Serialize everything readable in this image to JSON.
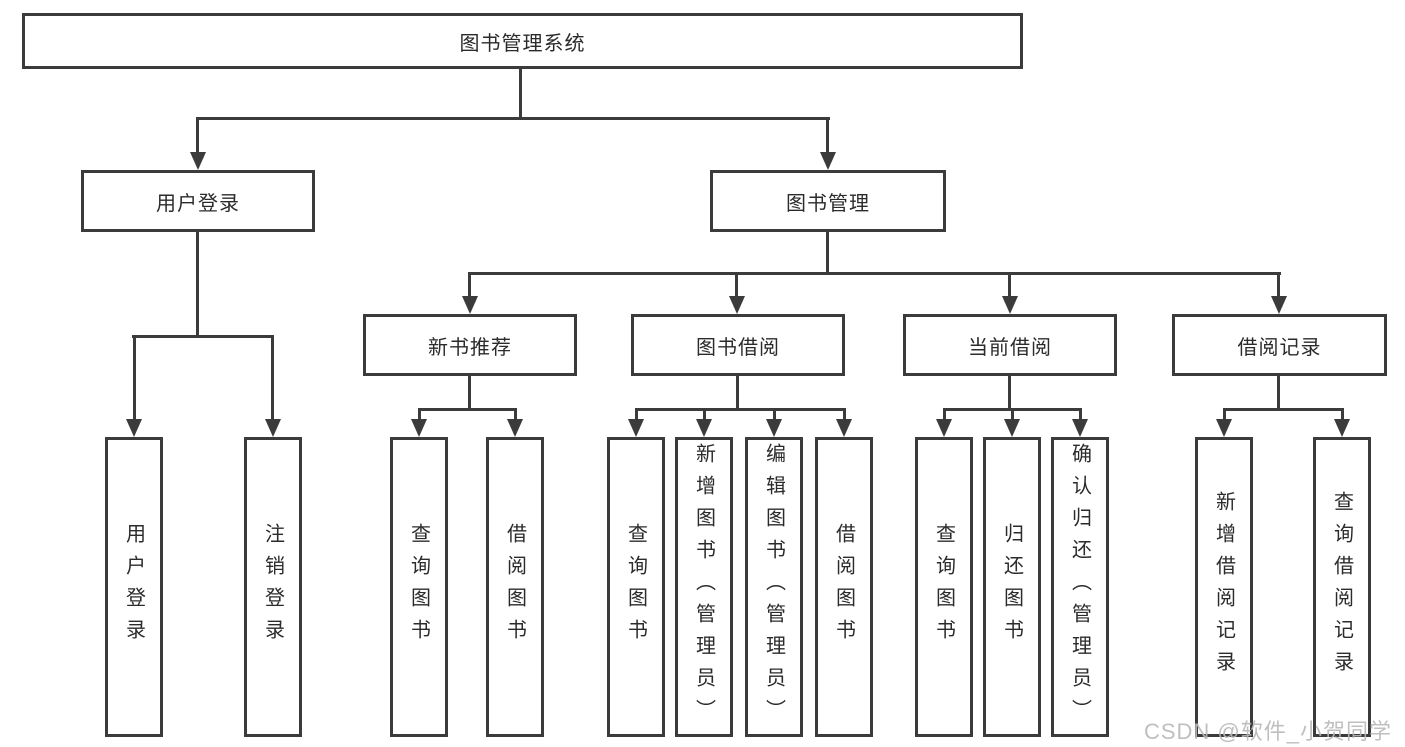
{
  "diagram": {
    "root": {
      "label": "图书管理系统"
    },
    "level2": [
      {
        "label": "用户登录"
      },
      {
        "label": "图书管理"
      }
    ],
    "level3": [
      {
        "label": "新书推荐"
      },
      {
        "label": "图书借阅"
      },
      {
        "label": "当前借阅"
      },
      {
        "label": "借阅记录"
      }
    ],
    "leaves": [
      {
        "label": "用户登录"
      },
      {
        "label": "注销登录"
      },
      {
        "label": "查询图书"
      },
      {
        "label": "借阅图书"
      },
      {
        "label": "查询图书"
      },
      {
        "label": "新增图书（管理员）"
      },
      {
        "label": "编辑图书（管理员）"
      },
      {
        "label": "借阅图书"
      },
      {
        "label": "查询图书"
      },
      {
        "label": "归还图书"
      },
      {
        "label": "确认归还（管理员）"
      },
      {
        "label": "新增借阅记录"
      },
      {
        "label": "查询借阅记录"
      }
    ],
    "watermark": "CSDN @软件_小贺同学",
    "colors": {
      "line": "#3b3b3b",
      "text": "#2b2b2b",
      "background": "#ffffff",
      "watermark": "#b9b9b9"
    }
  }
}
